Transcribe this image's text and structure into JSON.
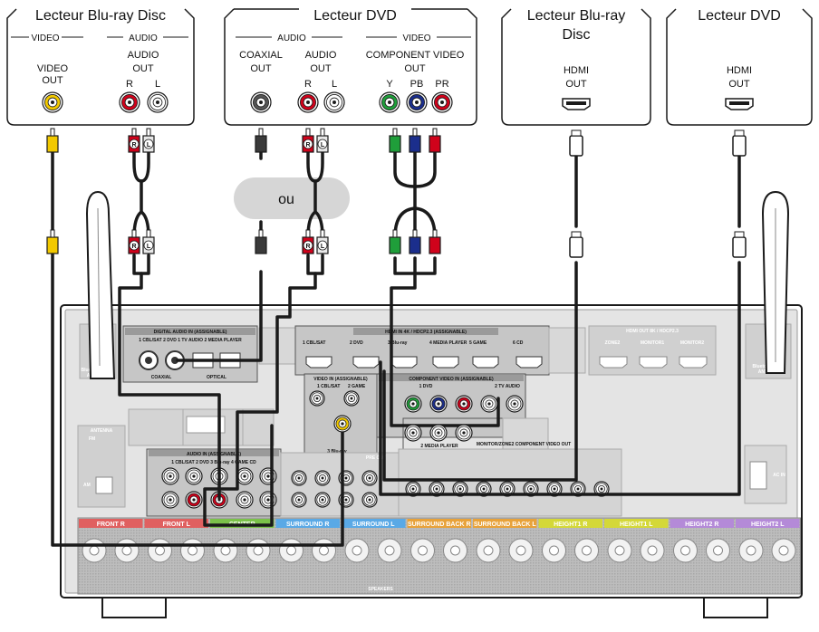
{
  "devices": {
    "bd1": {
      "title": "Lecteur Blu-ray Disc",
      "video_group": "VIDEO",
      "audio_group": "AUDIO",
      "video_out": [
        "VIDEO",
        "OUT"
      ],
      "audio_out": [
        "AUDIO",
        "OUT"
      ],
      "r": "R",
      "l": "L"
    },
    "dvd1": {
      "title": "Lecteur DVD",
      "audio_group": "AUDIO",
      "video_group": "VIDEO",
      "coaxial_out": [
        "COAXIAL",
        "OUT"
      ],
      "audio_out": [
        "AUDIO",
        "OUT"
      ],
      "r": "R",
      "l": "L",
      "component_out": [
        "COMPONENT VIDEO",
        "OUT"
      ],
      "y": "Y",
      "pb": "PB",
      "pr": "PR"
    },
    "bd2": {
      "title": [
        "Lecteur Blu-ray",
        "Disc"
      ],
      "hdmi_out": [
        "HDMI",
        "OUT"
      ]
    },
    "dvd2": {
      "title": "Lecteur DVD",
      "hdmi_out": [
        "HDMI",
        "OUT"
      ]
    }
  },
  "or_label": "ou",
  "plug_labels": {
    "r": "R",
    "l": "L"
  },
  "receiver": {
    "digital_in": "DIGITAL AUDIO IN (ASSIGNABLE)",
    "digital_inputs": "1 CBL/SAT  2 DVD  1 TV AUDIO  2 MEDIA PLAYER",
    "coaxial": "COAXIAL",
    "optical": "OPTICAL",
    "hdmi_in": "HDMI IN  4K / HDCP2.3  (ASSIGNABLE)",
    "hdmi_inputs": [
      "1 CBL/SAT",
      "2 DVD",
      "3 Blu-ray",
      "4 MEDIA PLAYER",
      "5 GAME",
      "6 CD"
    ],
    "hdmi_out": "HDMI OUT  8K / HDCP2.3",
    "monitors": [
      "ZONE2",
      "MONITOR1",
      "MONITOR2"
    ],
    "video_in": "VIDEO IN (ASSIGNABLE)",
    "video_inputs": [
      "1 CBL/SAT",
      "2 GAME",
      "3 Blu-ray"
    ],
    "component_in": "COMPONENT VIDEO IN (ASSIGNABLE)",
    "component_inputs": [
      "1 DVD",
      "2 TV AUDIO",
      "2 MEDIA PLAYER"
    ],
    "monitor_out": "MONITOR/ZONE2  COMPONENT VIDEO OUT",
    "audio_in": "AUDIO IN (ASSIGNABLE)",
    "audio_inputs": "1 CBL/SAT  2 DVD  3 Blu-ray  4 GAME  CD",
    "pre_out": "PRE OUT",
    "antenna": "ANTENNA",
    "antenna_fm": "FM",
    "antenna_am": "AM",
    "ac_in": "AC IN",
    "speakers": "SPEAKERS",
    "bt_antenna": [
      "Bluetooth/Wi-Fi",
      "ANTENNA"
    ],
    "speaker_labels": [
      "FRONT R",
      "FRONT L",
      "CENTER",
      "SURROUND R",
      "SURROUND L",
      "SURROUND BACK R",
      "SURROUND BACK L",
      "HEIGHT1 R",
      "HEIGHT1 L",
      "HEIGHT2 R",
      "HEIGHT2 L"
    ]
  },
  "colors": {
    "video_yellow": "#f2c900",
    "audio_red": "#d0021b",
    "audio_white": "#ffffff",
    "comp_green": "#1f9e3a",
    "comp_blue": "#1b2e8c",
    "comp_red": "#d0021b",
    "coax": "#555555",
    "front_r": "#e06060",
    "center": "#7bc24a",
    "surround": "#5aa9e6",
    "surround_back": "#e8a23a",
    "height1": "#d4d838",
    "height2": "#b48ad8"
  }
}
